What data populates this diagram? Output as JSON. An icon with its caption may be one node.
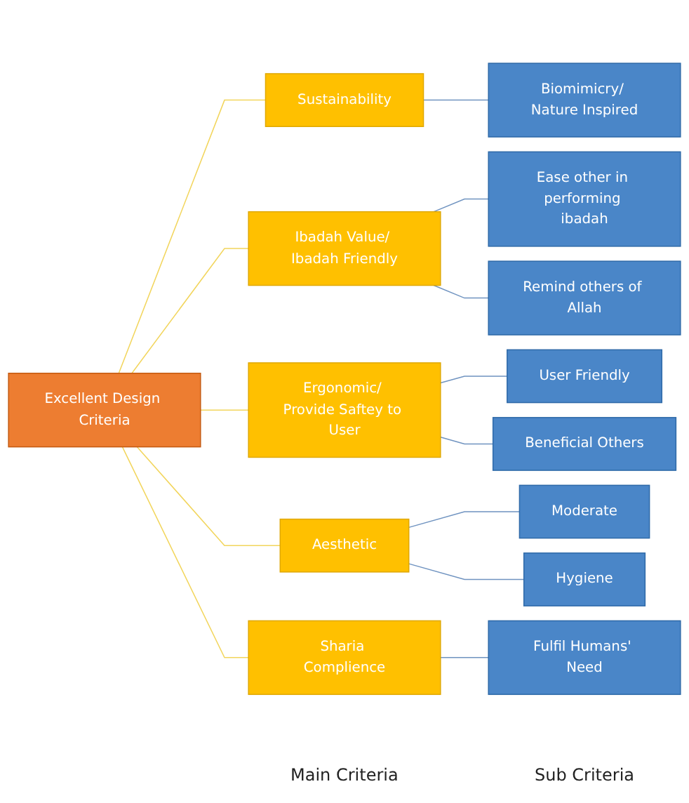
{
  "diagram": {
    "nodes": [
      {
        "text": [
          "Excellent Design Criteria"
        ]
      },
      {
        "text": [
          "Sustainability"
        ]
      },
      {
        "text": [
          "Ibadah Value/ Ibadah Friendly"
        ]
      },
      {
        "text": [
          "Ergonomic/ Provide Saftey to User"
        ]
      },
      {
        "text": [
          "Aesthetic"
        ]
      },
      {
        "text": [
          "Sharia Complience"
        ]
      },
      {
        "text": [
          "Biomimicry/ Nature Inspired"
        ]
      },
      {
        "text": [
          "Ease other in performing ibadah"
        ]
      },
      {
        "text": [
          "Remind others of Allah"
        ]
      },
      {
        "text": [
          "User Friendly"
        ]
      },
      {
        "text": [
          "Beneficial Others"
        ]
      },
      {
        "text": [
          "Moderate"
        ]
      },
      {
        "text": [
          "Hygiene"
        ]
      },
      {
        "text": [
          "Fulfil Humans' Need"
        ]
      }
    ],
    "edges": [
      {
        "from": 0,
        "to": 1,
        "arrow": "none",
        "color": "#f2d55c"
      },
      {
        "from": 0,
        "to": 2,
        "arrow": "none",
        "color": "#f2d55c"
      },
      {
        "from": 0,
        "to": 3,
        "arrow": "none",
        "color": "#f2d55c"
      },
      {
        "from": 0,
        "to": 4,
        "arrow": "none",
        "color": "#f2d55c"
      },
      {
        "from": 0,
        "to": 5,
        "arrow": "none",
        "color": "#f2d55c"
      },
      {
        "from": 1,
        "to": 6,
        "arrow": "none"
      },
      {
        "from": 2,
        "to": 7,
        "arrow": "none"
      },
      {
        "from": 2,
        "to": 8,
        "arrow": "none"
      },
      {
        "from": 3,
        "to": 9,
        "arrow": "none"
      },
      {
        "from": 3,
        "to": 10,
        "arrow": "none"
      },
      {
        "from": 4,
        "to": 11,
        "arrow": "none"
      },
      {
        "from": 4,
        "to": 12,
        "arrow": "none"
      },
      {
        "from": 5,
        "to": 13,
        "arrow": "none"
      }
    ],
    "labels": [
      "Main Criteria",
      "Sub Criteria"
    ]
  }
}
